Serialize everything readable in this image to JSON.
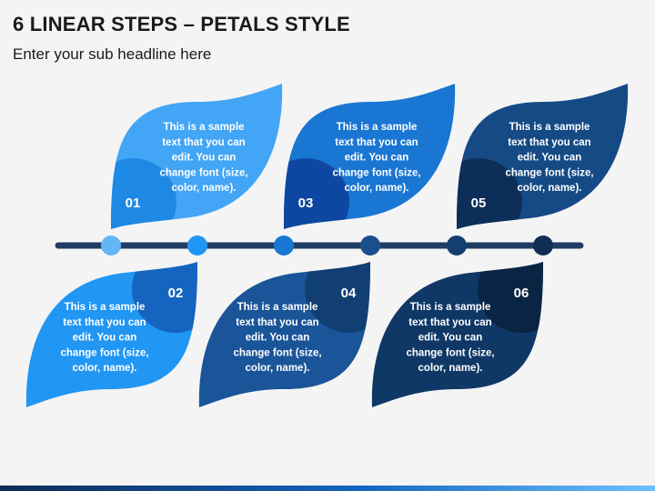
{
  "header": {
    "title": "6 LINEAR STEPS – PETALS STYLE",
    "subtitle": "Enter your sub headline here"
  },
  "steps": [
    {
      "number": "01",
      "text_lines": [
        "This is a sample",
        "text that you can",
        "edit. You can",
        "change font (size,",
        "color, name)."
      ],
      "color": "#42a5f5",
      "accent": "#1e88e5",
      "dot": "#64b5f6"
    },
    {
      "number": "02",
      "text_lines": [
        "This is a sample",
        "text that you can",
        "edit. You can",
        "change font (size,",
        "color, name)."
      ],
      "color": "#2196f3",
      "accent": "#1565c0",
      "dot": "#2196f3"
    },
    {
      "number": "03",
      "text_lines": [
        "This is a sample",
        "text that you can",
        "edit. You can",
        "change font (size,",
        "color, name)."
      ],
      "color": "#1976d2",
      "accent": "#0d47a1",
      "dot": "#1976d2"
    },
    {
      "number": "04",
      "text_lines": [
        "This is a sample",
        "text that you can",
        "edit. You can",
        "change font (size,",
        "color, name)."
      ],
      "color": "#1a5599",
      "accent": "#123f73",
      "dot": "#1a4e8c"
    },
    {
      "number": "05",
      "text_lines": [
        "This is a sample",
        "text that you can",
        "edit. You can",
        "change font (size,",
        "color, name)."
      ],
      "color": "#154a85",
      "accent": "#0d2e58",
      "dot": "#143f70"
    },
    {
      "number": "06",
      "text_lines": [
        "This is a sample",
        "text that you can",
        "edit. You can",
        "change font (size,",
        "color, name)."
      ],
      "color": "#0f3866",
      "accent": "#0a2444",
      "dot": "#0f2e55"
    }
  ],
  "timeline_color": "#1f3d63"
}
